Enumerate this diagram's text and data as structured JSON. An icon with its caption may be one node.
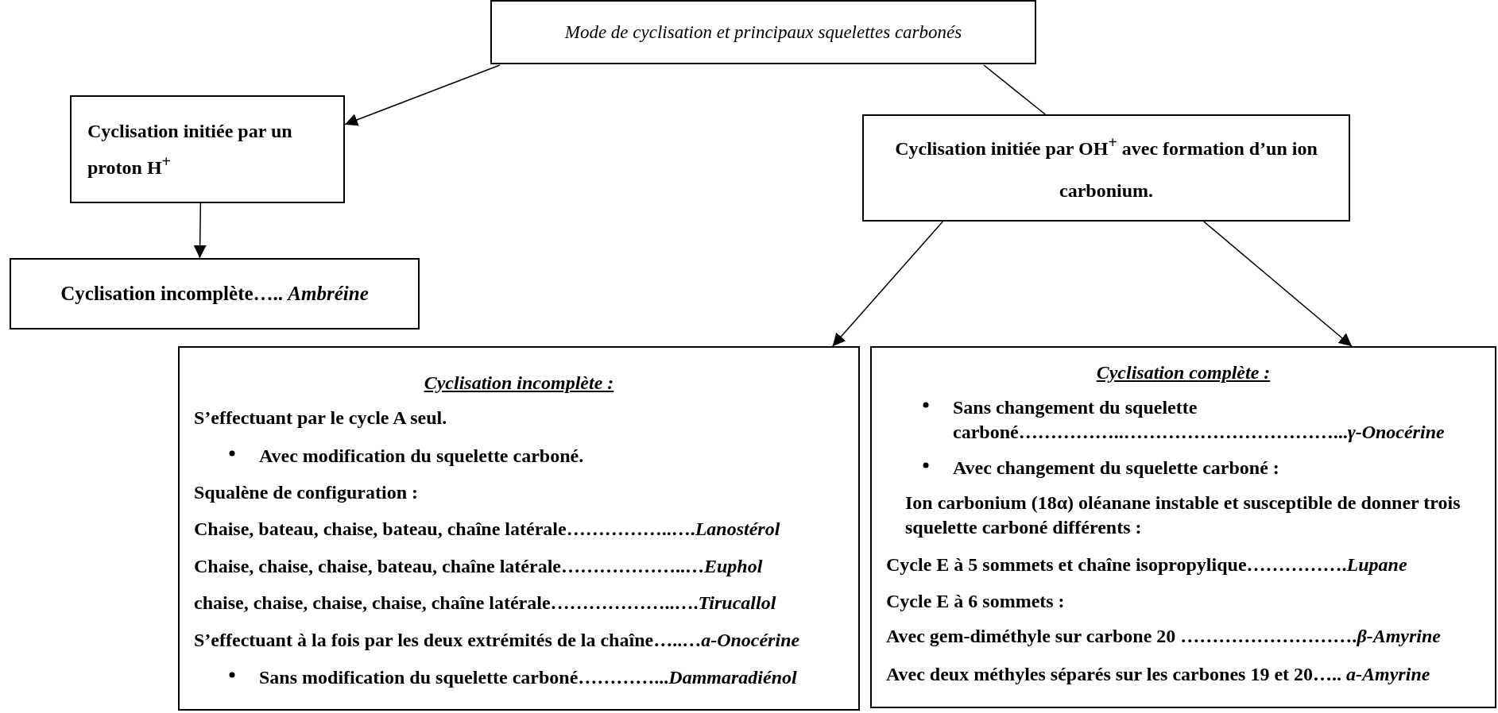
{
  "diagram": {
    "title": "Mode de cyclisation et principaux squelettes carbonés",
    "nodes": [
      {
        "text": [
          "Cyclisation initiée par un proton H$^{+}$"
        ]
      },
      {
        "text": [
          "Cyclisation initiée par  OH$^{+}$ avec formation d’un ion carbonium."
        ]
      },
      {
        "text": [
          "Cyclisation incomplète….. *Ambréine*"
        ]
      },
      {
        "text": [
          "Cyclisation incomplète :",
          "S’effectuant par le cycle A seul.",
          "Avec modification du squelette carboné.",
          "Squalène de configuration :",
          "Chaise, bateau, chaise, bateau,  chaîne latérale……………..….*Lanostérol*",
          "Chaise, chaise, chaise, bateau, chaîne latérale………………..…*Euphol*",
          "chaise, chaise, chaise, chaise, chaîne latérale………………..….*Tirucallol*",
          "S’effectuant à la fois par les deux extrémités de la chaîne…..…*a-Onocérine*",
          "Sans modification du squelette carboné…………...*Dammaradiénol*"
        ]
      },
      {
        "text": [
          "Cyclisation complète :",
          "Sans changement du squelette carboné……………..……………………………...*γ-Onocérine*",
          "Avec changement du squelette carboné :",
          "Ion carbonium (18α) oléanane instable et susceptible de donner trois squelette carboné différents :",
          "Cycle E à 5 sommets et chaîne isopropylique…………….*Lupane*",
          "Cycle E à 6 sommets :",
          "Avec gem-diméthyle sur carbone 20 ……………………….*β-Amyrine*",
          "Avec deux méthyles séparés sur les carbones 19 et 20….. *a-Amyrine*"
        ]
      }
    ],
    "edges": [
      {
        "from": null,
        "to": 0,
        "arrow": "to"
      },
      {
        "from": null,
        "to": 1,
        "arrow": "none"
      },
      {
        "from": 0,
        "to": 2,
        "arrow": "to"
      },
      {
        "from": 1,
        "to": 3,
        "arrow": "to"
      },
      {
        "from": 1,
        "to": 4,
        "arrow": "to"
      }
    ]
  }
}
